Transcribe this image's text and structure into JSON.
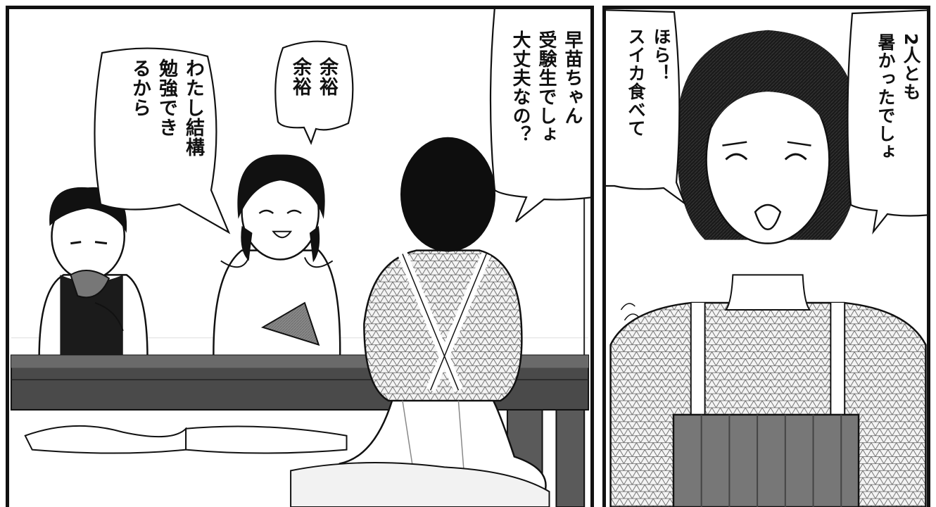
{
  "panels": [
    {
      "bubbles": [
        {
          "lines": [
            "わたし結構",
            "勉強でき",
            "るから"
          ]
        },
        {
          "lines": [
            "余裕",
            "余裕"
          ]
        },
        {
          "lines": [
            "早苗ちゃん",
            "受験生でしょ",
            "大丈夫なの？"
          ]
        }
      ]
    },
    {
      "bubbles": [
        {
          "lines": [
            "2人とも",
            "暑かったでしょ"
          ]
        },
        {
          "lines": [
            "ほら！",
            "スイカ食べて"
          ]
        }
      ]
    }
  ]
}
